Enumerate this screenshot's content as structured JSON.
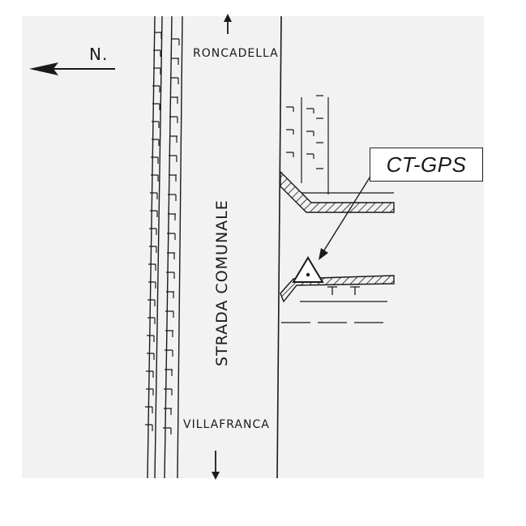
{
  "compass": {
    "label": "N."
  },
  "road": {
    "name": "STRADA COMUNALE",
    "north_destination": "RONCADELLA",
    "south_destination": "VILLAFRANCA"
  },
  "station": {
    "label": "CT-GPS"
  },
  "colors": {
    "ink": "#1a1a1a",
    "paper": "#f2f2f2",
    "background": "#ffffff"
  },
  "icons": {
    "north_arrow": "arrow-left-icon",
    "direction_up": "arrow-up-icon",
    "direction_down": "arrow-down-icon",
    "station_marker": "triangle-marker-icon"
  }
}
